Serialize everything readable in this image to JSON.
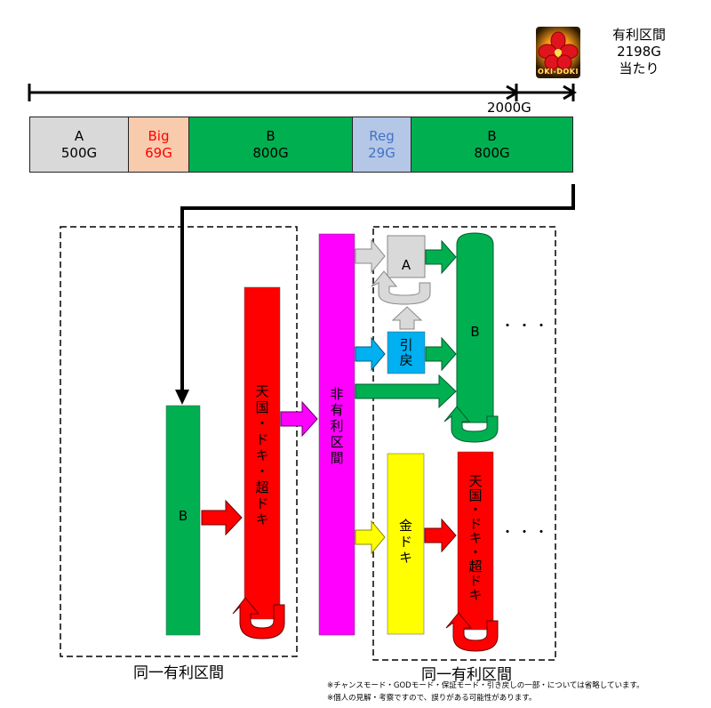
{
  "header": {
    "target_label": "有利区間\n2198G\n当たり",
    "range_label": "2000G",
    "logo_text": "OKI-DOKI"
  },
  "segments": [
    {
      "name": "A",
      "games": "500G",
      "color": "#d9d9d9",
      "text_color": "#000000"
    },
    {
      "name": "Big",
      "games": "69G",
      "color": "#f8cbad",
      "text_color": "#ff0000"
    },
    {
      "name": "B",
      "games": "800G",
      "color": "#00b050",
      "text_color": "#000000"
    },
    {
      "name": "Reg",
      "games": "29G",
      "color": "#b4c7e7",
      "text_color": "#4472c4"
    },
    {
      "name": "B",
      "games": "800G",
      "color": "#00b050",
      "text_color": "#000000"
    }
  ],
  "flow": {
    "left_b": "B",
    "tengoku": "天国・ドキ・超ドキ",
    "hiyuuri": "非有利区間",
    "mode_a": "A",
    "hikimodoshi": "引戻",
    "right_b": "B",
    "kin_doki": "金ドキ",
    "tengoku2": "天国・ドキ・超ドキ",
    "dots1": "・・・",
    "dots2": "・・・"
  },
  "labels": {
    "left_group": "同一有利区間",
    "right_group": "同一有利区間"
  },
  "notes": [
    "※チャンスモード・GODモード・保証モード・引き戻しの一部・については省略しています。",
    "※個人の見解・考察ですので、誤りがある可能性があります。"
  ],
  "colors": {
    "green": "#00b050",
    "red": "#ff0000",
    "magenta": "#ff00ff",
    "yellow": "#ffff00",
    "blue": "#00b0f0",
    "gray": "#d9d9d9"
  }
}
